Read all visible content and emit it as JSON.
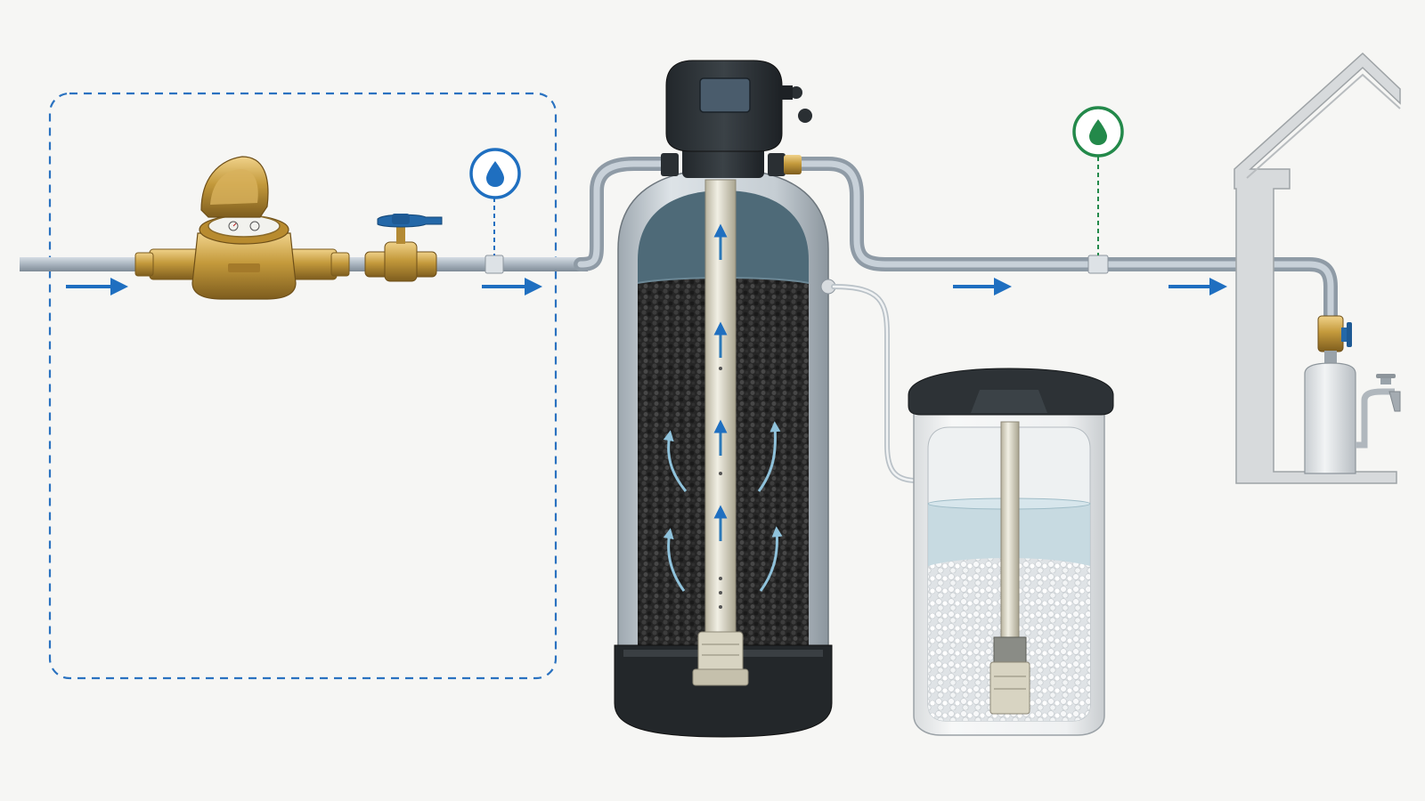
{
  "diagram": {
    "kind": "water-softener-installation",
    "components": [
      "water-meter",
      "shutoff-valve",
      "inlet-test-point",
      "softener-control-valve",
      "resin-tank",
      "brine-line",
      "brine-tank",
      "outlet-test-point",
      "house",
      "water-heater",
      "faucet"
    ],
    "icons": {
      "inlet_marker": "water-drop-icon",
      "outlet_marker": "water-drop-icon",
      "flow": "arrow-right-icon",
      "media_flow": "arrow-up-icon"
    },
    "colors": {
      "flow_arrow": "#1f6fc0",
      "inlet_marker": "#1f6fc0",
      "outlet_marker": "#23894a",
      "boundary": "#2a72c0",
      "pipe": "#a9b4bf",
      "brass": "#c49a3c",
      "resin": "#2a2a2a",
      "salt": "#e6e8ea",
      "brine": "#bfd6de",
      "control_head": "#2e3338"
    }
  }
}
